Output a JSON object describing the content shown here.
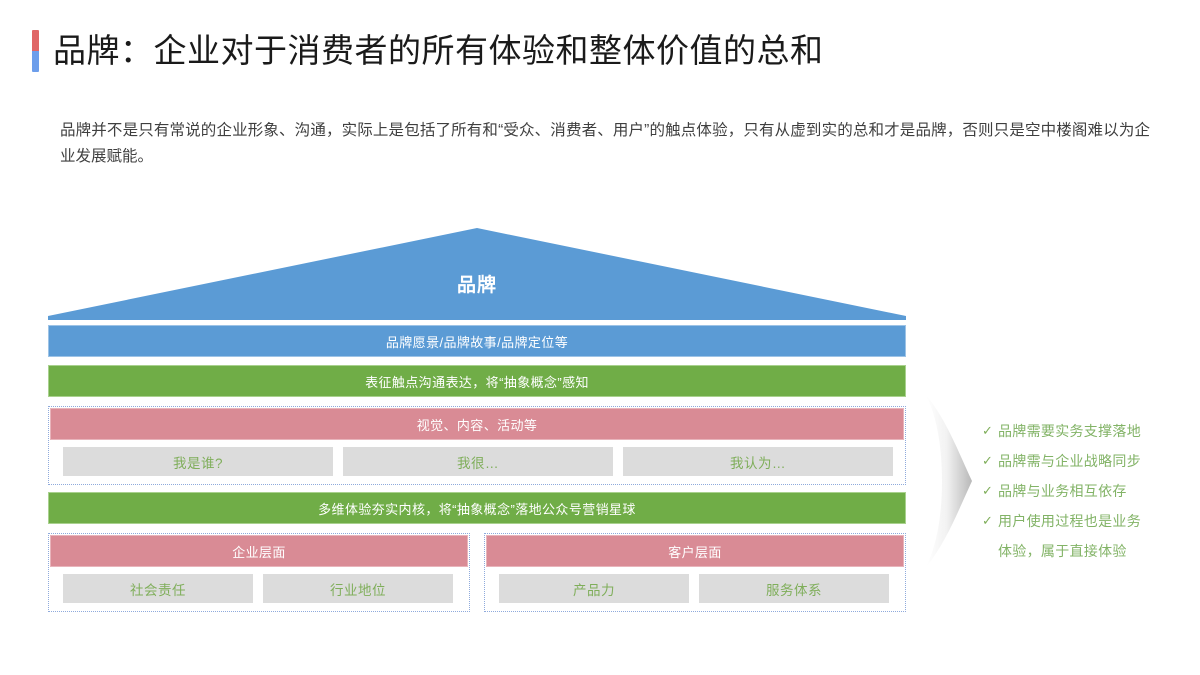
{
  "header": {
    "title": "品牌：企业对于消费者的所有体验和整体价值的总和",
    "paragraph": "品牌并不是只有常说的企业形象、沟通，实际上是包括了所有和“受众、消费者、用户”的触点体验，只有从虚到实的总和才是品牌，否则只是空中楼阁难以为企业发展赋能。"
  },
  "colors": {
    "blue": "#5B9BD5",
    "green": "#70AD47",
    "red": "#D98B95",
    "gray_box": "#DCDCDC",
    "green_text": "#82B366",
    "marker_top": "#E06666",
    "marker_bottom": "#6D9EEB",
    "dotted_border": "#8FAADC"
  },
  "pyramid": {
    "roof_label": "品牌",
    "bar_blue": "品牌愿景/品牌故事/品牌定位等",
    "bar_green_1": "表征触点沟通表达，将“抽象概念”感知",
    "section_expression": {
      "header": "视觉、内容、活动等",
      "boxes": [
        "我是谁?",
        "我很…",
        "我认为…"
      ]
    },
    "bar_green_2": "多维体验夯实内核，将“抽象概念”落地公众号营销星球",
    "section_enterprise": {
      "header": "企业层面",
      "boxes": [
        "社会责任",
        "行业地位"
      ]
    },
    "section_customer": {
      "header": "客户层面",
      "boxes": [
        "产品力",
        "服务体系"
      ]
    }
  },
  "bullets": {
    "check_icon": "✓",
    "items": [
      "品牌需要实务支撑落地",
      "品牌需与企业战略同步",
      "品牌与业务相互依存",
      "用户使用过程也是业务",
      "体验，属于直接体验"
    ]
  }
}
